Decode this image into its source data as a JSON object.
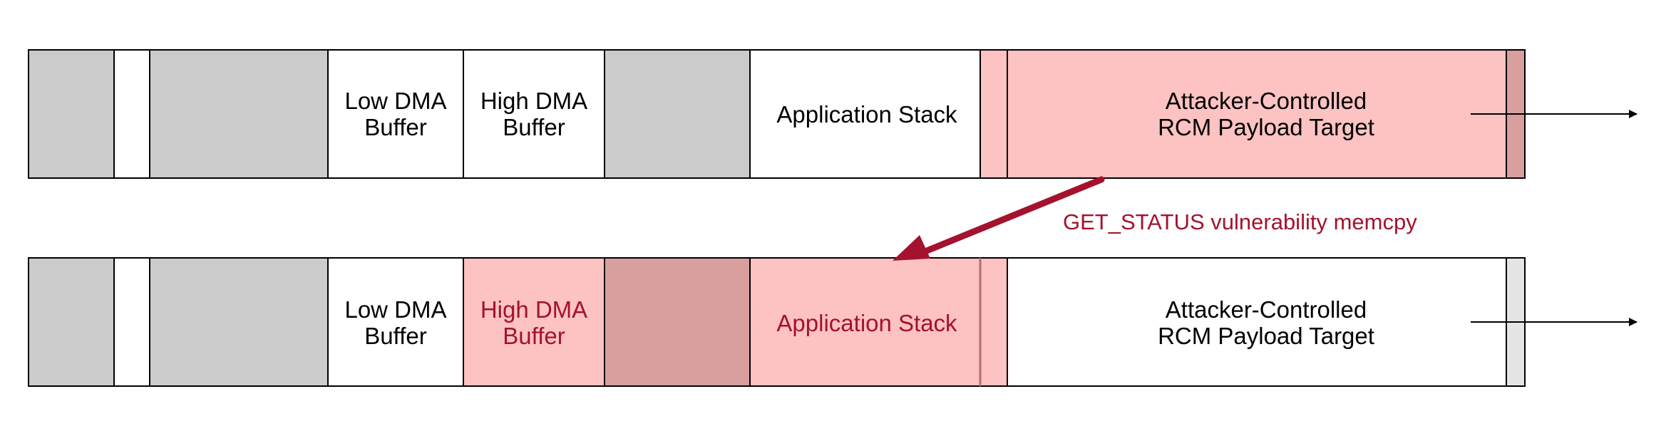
{
  "diagram": {
    "colors": {
      "gray": "#cbcbcb",
      "white": "#ffffff",
      "pink": "#fdc3c3",
      "dark_pink": "#d99f9e",
      "light_gray": "#e5e5e5",
      "border": "#000000",
      "accent": "#a4122d",
      "text_normal": "#000000",
      "text_accent": "#a4122d"
    },
    "top_row": {
      "low_dma": {
        "line1": "Low DMA",
        "line2": "Buffer"
      },
      "high_dma": {
        "line1": "High DMA",
        "line2": "Buffer"
      },
      "app_stack": {
        "label": "Application Stack"
      },
      "payload": {
        "line1": "Attacker-Controlled",
        "line2": "RCM Payload Target"
      }
    },
    "bottom_row": {
      "low_dma": {
        "line1": "Low DMA",
        "line2": "Buffer"
      },
      "high_dma": {
        "line1": "High DMA",
        "line2": "Buffer"
      },
      "app_stack": {
        "label": "Application Stack"
      },
      "payload": {
        "line1": "Attacker-Controlled",
        "line2": "RCM Payload Target"
      }
    },
    "arrow_label": "GET_STATUS vulnerability memcpy"
  }
}
